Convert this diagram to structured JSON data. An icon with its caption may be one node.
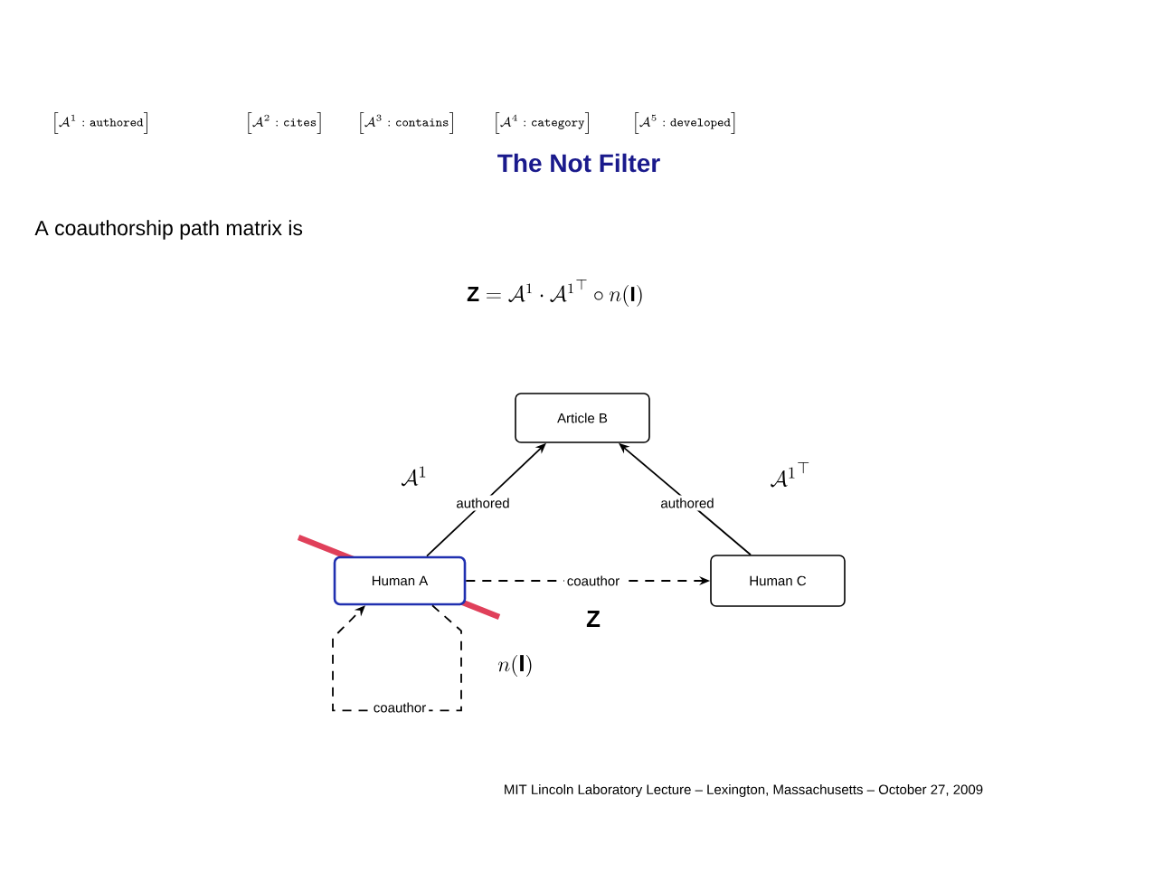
{
  "diagram": {
    "title": "The Not Filter",
    "nodes": [
      {
        "text": [
          "Article B"
        ]
      },
      {
        "text": [
          "Human A"
        ]
      },
      {
        "text": [
          "Human C"
        ]
      }
    ],
    "edges": [
      {
        "from": 1,
        "to": 0,
        "arrow": "to",
        "label": "authored"
      },
      {
        "from": 2,
        "to": 0,
        "arrow": "to",
        "label": "authored"
      },
      {
        "from": 1,
        "to": 2,
        "arrow": "to",
        "label": "coauthor",
        "style": "dashed"
      },
      {
        "from": 1,
        "to": 1,
        "arrow": "to",
        "label": "coauthor",
        "style": "dashed"
      }
    ],
    "labels": [
      "\\left[\\mathcal{A}^1 : \\texttt{authored}\\right]",
      "\\left[\\mathcal{A}^2 : \\texttt{cites}\\right]",
      "\\left[\\mathcal{A}^3 : \\texttt{contains}\\right]",
      "\\left[\\mathcal{A}^4 : \\texttt{category}\\right]",
      "\\left[\\mathcal{A}^5 : \\texttt{developed}\\right]",
      "A coauthorship path matrix is",
      "\\mathbf{Z} = \\mathcal{A}^1 \\cdot {\\mathcal{A}^{1}}^{\\top} \\circ n(\\mathbf{I})",
      "\\mathcal{A}^1",
      "{\\mathcal{A}^{1}}^{\\top}",
      "\\mathbf{Z}",
      "n(\\mathbf{I})",
      "MIT Lincoln Laboratory Lecture – Lexington, Massachusetts – October 27, 2009"
    ]
  }
}
